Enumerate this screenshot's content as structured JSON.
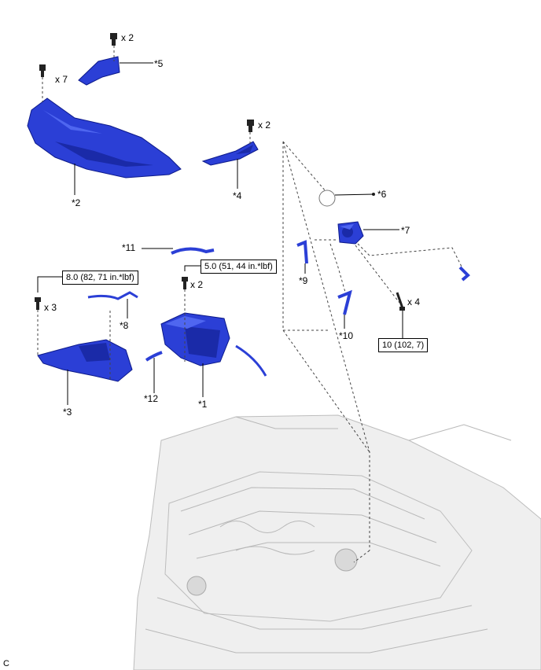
{
  "callouts": {
    "p1": "*1",
    "p2": "*2",
    "p3": "*3",
    "p4": "*4",
    "p5": "*5",
    "p6": "*6",
    "p7": "*7",
    "p8": "*8",
    "p9": "*9",
    "p10": "*10",
    "p11": "*11",
    "p12": "*12"
  },
  "quantities": {
    "clips_top": "x 2",
    "clips_left": "x 7",
    "clips_right": "x 2",
    "bolts_tank": "x 2",
    "bolts_bracket": "x 3",
    "bolts_pump": "x 4"
  },
  "torque_specs": {
    "tank_bolts": "5.0 (51, 44 in.*lbf)",
    "bracket_bolts": "8.0 (82, 71 in.*lbf)",
    "pump_bolts": "10 (102, 7)"
  },
  "figure_code": "C",
  "colors": {
    "part": "#2b3fd6",
    "vehicle": "#efefef"
  }
}
